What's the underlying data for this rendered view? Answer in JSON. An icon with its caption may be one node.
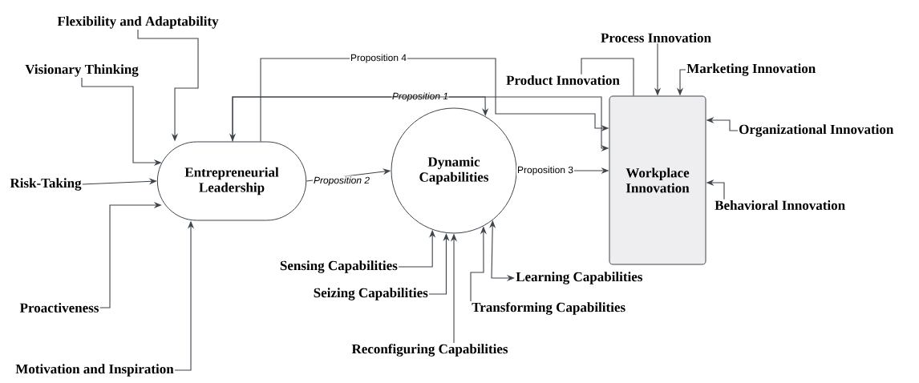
{
  "diagram": {
    "nodes": [
      {
        "text": [
          "Flexibility and Adaptability"
        ]
      },
      {
        "text": [
          "Visionary Thinking"
        ]
      },
      {
        "text": [
          "Risk-Taking"
        ]
      },
      {
        "text": [
          "Proactiveness"
        ]
      },
      {
        "text": [
          "Motivation and Inspiration"
        ]
      },
      {
        "text": [
          "Entrepreneurial Leadership"
        ]
      },
      {
        "text": [
          "Dynamic Capabilities"
        ]
      },
      {
        "text": [
          "Workplace Innovation"
        ]
      },
      {
        "text": [
          "Sensing Capabilities"
        ]
      },
      {
        "text": [
          "Seizing Capabilities"
        ]
      },
      {
        "text": [
          "Reconfiguring Capabilities"
        ]
      },
      {
        "text": [
          "Transforming Capabilities"
        ]
      },
      {
        "text": [
          "Learning Capabilities"
        ]
      },
      {
        "text": [
          "Product Innovation"
        ]
      },
      {
        "text": [
          "Process Innovation"
        ]
      },
      {
        "text": [
          "Marketing Innovation"
        ]
      },
      {
        "text": [
          "Organizational Innovation"
        ]
      },
      {
        "text": [
          "Behavioral Innovation"
        ]
      }
    ],
    "edges": [
      {
        "from": 0,
        "to": 5,
        "arrow": "to"
      },
      {
        "from": 1,
        "to": 5,
        "arrow": "to"
      },
      {
        "from": 2,
        "to": 5,
        "arrow": "to"
      },
      {
        "from": 3,
        "to": 5,
        "arrow": "to"
      },
      {
        "from": 4,
        "to": 5,
        "arrow": "to"
      },
      {
        "from": 5,
        "to": 7,
        "arrow": "to",
        "label": "Proposition 4"
      },
      {
        "from": 5,
        "to": 7,
        "arrow": "both",
        "label": "Proposition 1"
      },
      {
        "from": 5,
        "to": 6,
        "arrow": "to"
      },
      {
        "from": 5,
        "to": 6,
        "arrow": "to",
        "label": "Proposition 2"
      },
      {
        "from": 6,
        "to": 7,
        "arrow": "to",
        "label": "Proposition 3"
      },
      {
        "from": 8,
        "to": 6,
        "arrow": "to"
      },
      {
        "from": 9,
        "to": 6,
        "arrow": "to"
      },
      {
        "from": 10,
        "to": 6,
        "arrow": "to"
      },
      {
        "from": 11,
        "to": 6,
        "arrow": "to"
      },
      {
        "from": 6,
        "to": 12,
        "arrow": "both"
      },
      {
        "from": 13,
        "to": 7,
        "arrow": "none"
      },
      {
        "from": 14,
        "to": 7,
        "arrow": "to"
      },
      {
        "from": 15,
        "to": 7,
        "arrow": "to"
      },
      {
        "from": 16,
        "to": 7,
        "arrow": "to"
      },
      {
        "from": 17,
        "to": 7,
        "arrow": "to"
      }
    ]
  }
}
